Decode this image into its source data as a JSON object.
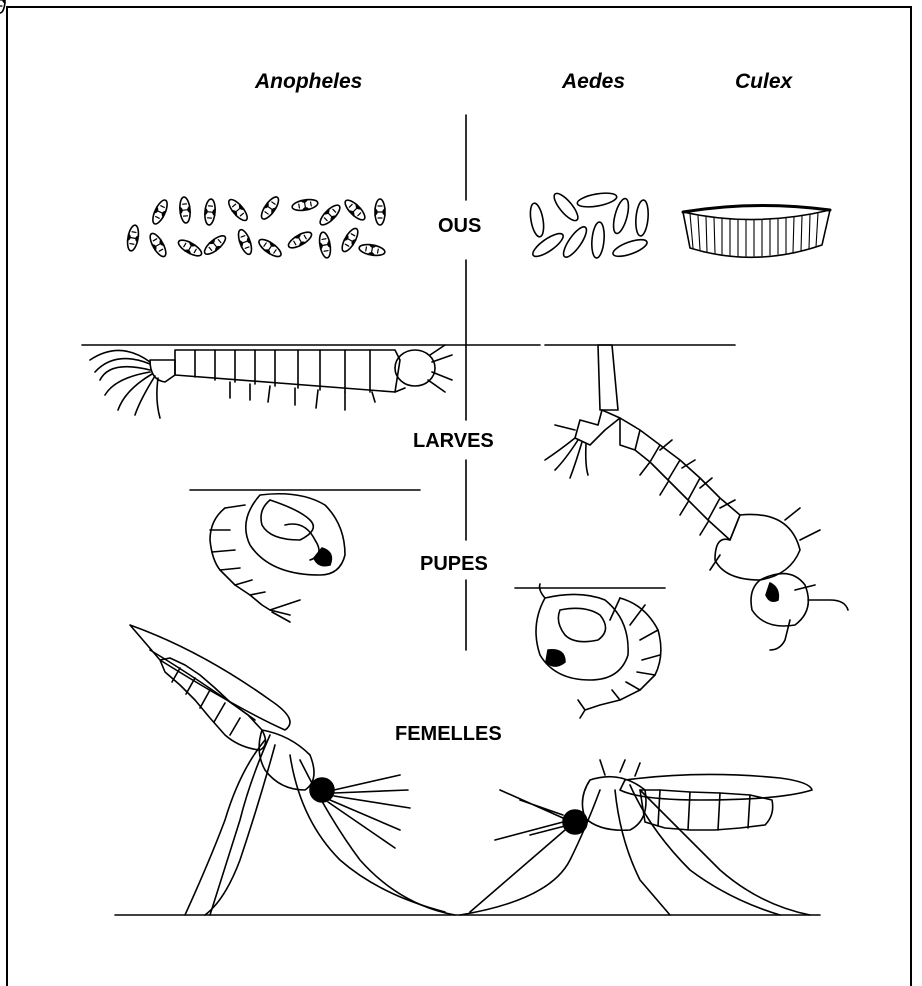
{
  "headers": {
    "anopheles": "Anopheles",
    "aedes": "Aedes",
    "culex": "Culex"
  },
  "stages": {
    "eggs": "OUS",
    "larvae": "LARVES",
    "pupae": "PUPES",
    "females": "FEMELLES"
  },
  "colors": {
    "ink": "#000000",
    "background": "#ffffff"
  }
}
